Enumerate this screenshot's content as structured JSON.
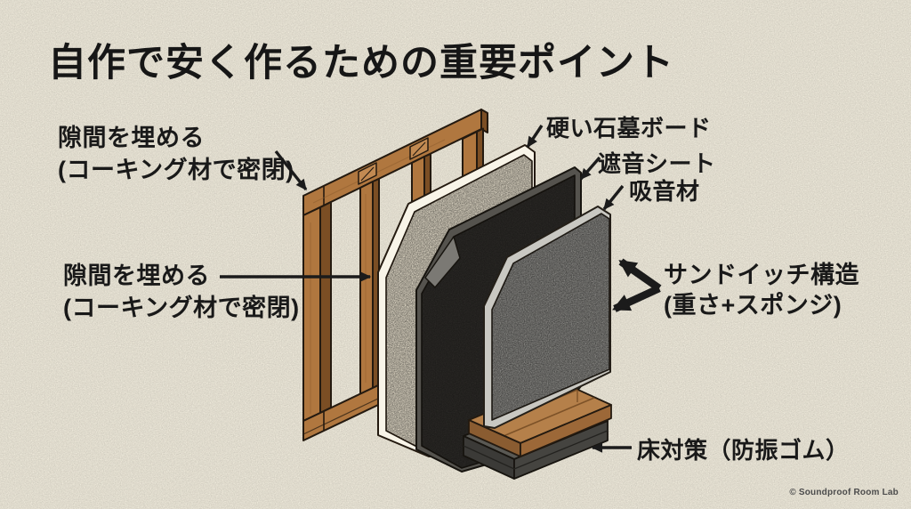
{
  "title": "自作で安く作るための重要ポイント",
  "labels": {
    "gap_top": {
      "line1": "隙間を埋める",
      "line2": "(コーキング材で密閉)"
    },
    "gap_mid": {
      "line1": "隙間を埋める",
      "line2": "(コーキング材で密閉)"
    },
    "gypsum_board": "硬い石墓ボード",
    "sound_sheet": "遮音シート",
    "absorber": "吸音材",
    "sandwich": {
      "line1": "サンドイッチ構造",
      "line2": "(重さ+スポンジ)"
    },
    "floor": "床対策（防振ゴム）"
  },
  "footer": {
    "copyright": "© Soundproof Room Lab"
  },
  "diagram": {
    "components": [
      {
        "name": "wood-frame"
      },
      {
        "name": "gypsum-board"
      },
      {
        "name": "sound-insulation-sheet"
      },
      {
        "name": "sound-absorber-panel"
      },
      {
        "name": "floor-planks"
      },
      {
        "name": "anti-vibration-rubber"
      }
    ]
  },
  "colors": {
    "background": "#f2edde",
    "text": "#191919",
    "arrow": "#1b1b1b",
    "wood_face": "#b0773f",
    "wood_side": "#7b4e24",
    "gypsum_face": "#ebe3d0",
    "gypsum_edge": "#f8f4e8",
    "sheet_face": "#2c2a27",
    "sheet_edge": "#55534e",
    "absorber_face": "#8f8e8a",
    "absorber_edge": "#c9c8c2",
    "plank_face": "#b5804a",
    "rubber_face": "#3b3a37"
  }
}
